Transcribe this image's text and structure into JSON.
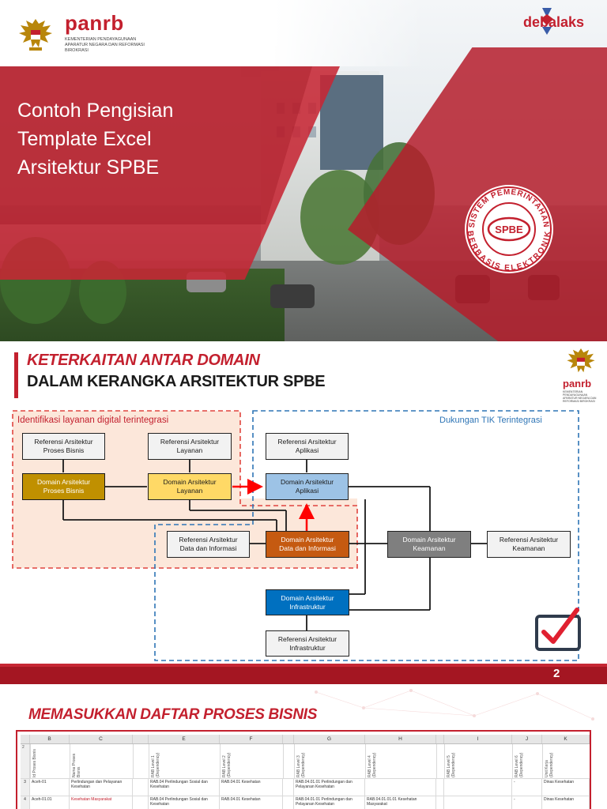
{
  "slide1": {
    "brand": "panrb",
    "brand_sub": "KEMENTERIAN PENDAYAGUNAAN APARATUR NEGARA DAN REFORMASI BIROKRASI",
    "partner_logo_prefix": "de",
    "partner_logo_suffix": "balaks",
    "title_lines": [
      "Contoh Pengisian",
      "Template Excel",
      "Arsitektur SPBE"
    ],
    "seal": {
      "top_text": "SISTEM PEMERINTAHAN",
      "center_text": "SPBE",
      "bottom_text": "BERBASIS ELEKTRONIK"
    },
    "colors": {
      "brand_red": "#c3202e",
      "overlay_red": "#c62734"
    }
  },
  "slide2": {
    "title_line1": "KETERKAITAN ANTAR DOMAIN",
    "title_line2": "DALAM KERANGKA ARSITEKTUR SPBE",
    "logo_text": "panrb",
    "logo_sub": "KEMENTERIAN PENDAYAGUNAAN APARATUR NEGARA DAN REFORMASI BIROKRASI",
    "zone_red_label": "Identifikasi layanan digital terintegrasi",
    "zone_blue_label": "Dukungan TIK Terintegrasi",
    "nodes": {
      "ref_proses_bisnis": [
        "Referensi Arsitektur",
        "Proses Bisnis"
      ],
      "ref_layanan": [
        "Referensi Arsitektur",
        "Layanan"
      ],
      "ref_aplikasi": [
        "Referensi Arsitektur",
        "Aplikasi"
      ],
      "dom_proses_bisnis": [
        "Domain Arsitektur",
        "Proses Bisnis"
      ],
      "dom_layanan": [
        "Domain Arsitektur",
        "Layanan"
      ],
      "dom_aplikasi": [
        "Domain Arsitektur",
        "Aplikasi"
      ],
      "ref_data": [
        "Referensi Arsitektur",
        "Data dan Informasi"
      ],
      "dom_data": [
        "Domain Arsitektur",
        "Data dan Informasi"
      ],
      "dom_keamanan": [
        "Domain Arsitektur",
        "Keamanan"
      ],
      "ref_keamanan": [
        "Referensi Arsitektur",
        "Keamanan"
      ],
      "dom_infrastruktur": [
        "Domain Arsitektur",
        "Infrastruktur"
      ],
      "ref_infrastruktur": [
        "Referensi Arsitektur",
        "Infrastruktur"
      ]
    },
    "page_number": "2",
    "colors": {
      "gold": "#c09000",
      "yellow": "#ffd966",
      "light_blue": "#9dc3e6",
      "orange": "#c55a11",
      "gray": "#7f7f7f",
      "dark_blue": "#0070c0",
      "zone_red": "#e0453f",
      "zone_blue": "#2e75b6",
      "arrow_red": "#ff0000"
    },
    "icons": [
      "check-mark-icon"
    ]
  },
  "slide3": {
    "title": "MEMASUKKAN DAFTAR PROSES BISNIS",
    "sheet": {
      "columns": [
        "B",
        "C",
        "",
        "E",
        "F",
        "",
        "G",
        "H",
        "",
        "I",
        "J",
        "K"
      ],
      "headers": [
        "Id Proses Bisnis",
        "Nama Proses Bisnis",
        "",
        "RAB Level 1 (Dependency)",
        "RAB Level 2 (Dependency)",
        "",
        "RAB Level 3 (Dependency)",
        "RAB Level 4 (Dependency)",
        "",
        "RAB Level 5 (Dependency)",
        "RAB Level 6 (Dependency)",
        "Unit Kerja (Dependency)"
      ],
      "rows": [
        {
          "num": "3",
          "cells": [
            "Aceh-01",
            "Perlindungan dan Pelayanan Kesehatan",
            "",
            "RAB.04 Perlindungan Sosial dan Kesehatan",
            "RAB.04.01 Kesehatan",
            "",
            "RAB.04.01.01 Perlindungan dan Pelayanan Kesehatan",
            "",
            "",
            "",
            "-",
            "Dinas Kesehatan"
          ]
        },
        {
          "num": "4",
          "cells": [
            "Aceh-01.01",
            "Kesehatan Masyarakat",
            "",
            "RAB.04 Perlindungan Sosial dan Kesehatan",
            "RAB.04.01 Kesehatan",
            "",
            "RAB.04.01.01 Perlindungan dan Pelayanan Kesehatan",
            "RAB.04.01.01.01 Kesehatan Masyarakat",
            "",
            "",
            "-",
            "Dinas Kesehatan"
          ]
        }
      ]
    }
  }
}
